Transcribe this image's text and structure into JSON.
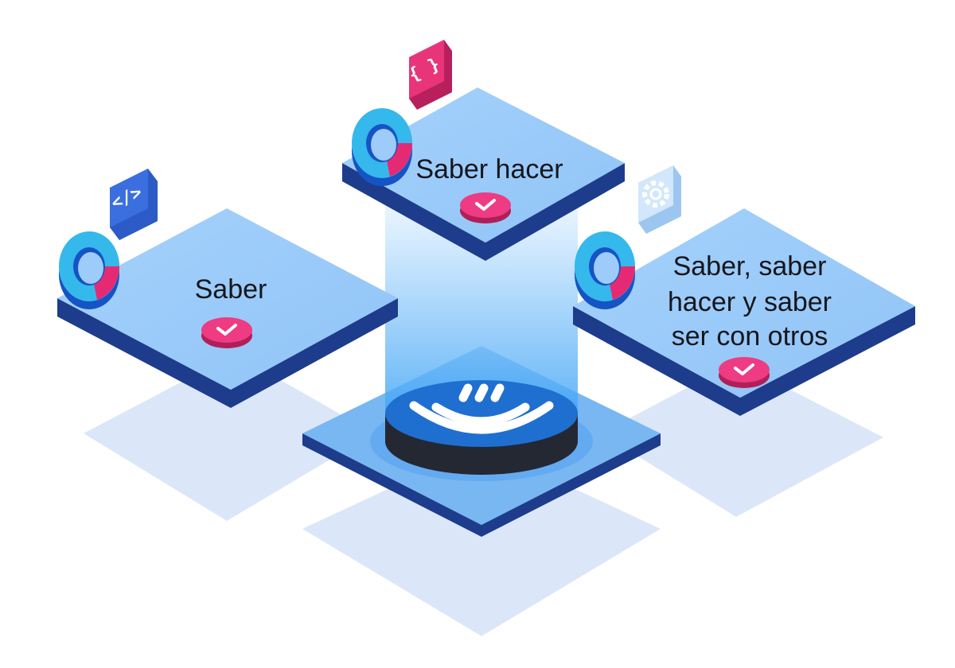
{
  "diagram": {
    "cards": [
      {
        "id": "saber",
        "label_lines": [
          "Saber"
        ],
        "icon": "code-tag-icon",
        "icon_glyph": "</>"
      },
      {
        "id": "saber-hacer",
        "label_lines": [
          "Saber hacer"
        ],
        "icon": "curly-braces-icon",
        "icon_glyph": "{ }"
      },
      {
        "id": "saber-ser",
        "label_lines": [
          "Saber, saber",
          "hacer y saber",
          "ser con otros"
        ],
        "icon": "gear-icon",
        "icon_glyph": ""
      }
    ],
    "center": {
      "icon": "smiley-logo-icon"
    }
  },
  "colors": {
    "card_top": "#9dccfa",
    "card_side": "#1e3c8c",
    "shadow": "#dbe7f9",
    "ring_cyan": "#35b8ec",
    "ring_blue": "#1653c4",
    "ring_pink": "#e52a73",
    "check_button": "#ee3b83",
    "gear_tile": "#bfdcf8",
    "braces_tile": "#e8357a",
    "code_tile": "#3b6fe0",
    "center_disc": "#1f6fd0",
    "center_base": "#242833"
  }
}
